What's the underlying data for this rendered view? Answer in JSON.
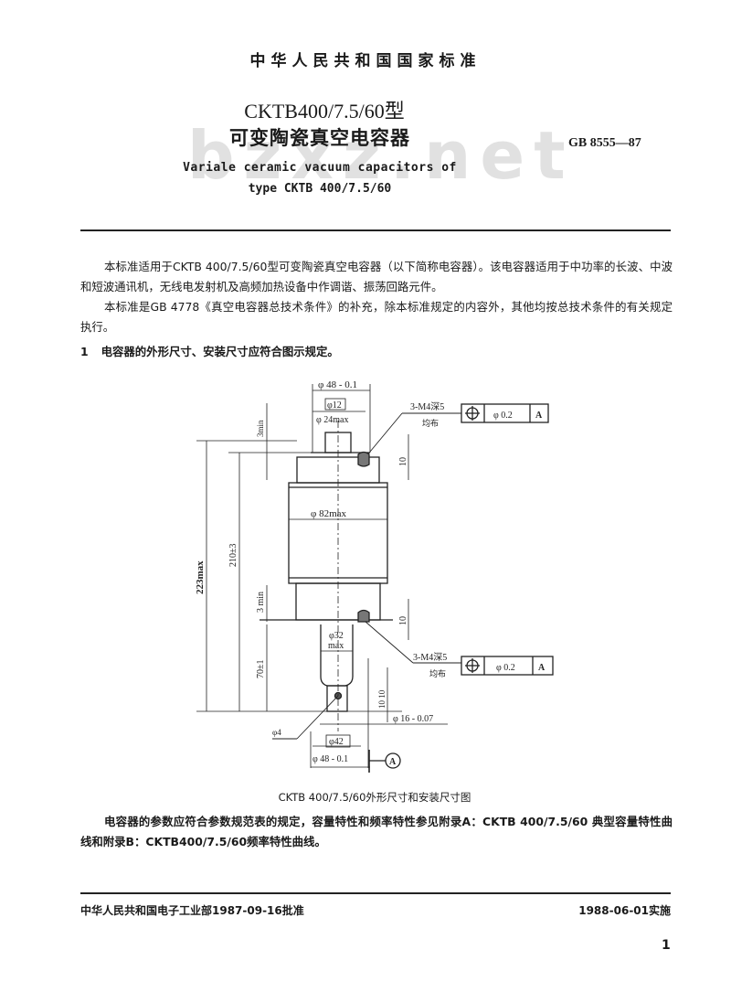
{
  "header": {
    "standard_body": "中华人民共和国国家标准",
    "title_model": "CKTB400/7.5/60型",
    "title_cn": "可变陶瓷真空电容器",
    "title_en_line1": "Variale ceramic vacuum capacitors of",
    "title_en_line2": "type CKTB 400/7.5/60",
    "standard_number": "GB 8555—87",
    "watermark": "bzxz.net"
  },
  "intro": {
    "para1": "本标准适用于CKTB 400/7.5/60型可变陶瓷真空电容器（以下简称电容器）。该电容器适用于中功率的长波、中波和短波通讯机，无线电发射机及高频加热设备中作调谐、振荡回路元件。",
    "para2": "本标准是GB 4778《真空电容器总技术条件》的补充，除本标准规定的内容外，其他均按总技术条件的有关规定执行。"
  },
  "section1": {
    "number": "1",
    "text": "电容器的外形尺寸、安装尺寸应符合图示规定。"
  },
  "drawing": {
    "dim_top_outer": "φ 48 - 0.1",
    "dim_top_inner": "φ12",
    "dim_top_max": "φ 24max",
    "dim_body": "φ 82max",
    "dim_lower": "φ32",
    "dim_lower_max": "max",
    "dim_total": "223max",
    "dim_body_len": "210±3",
    "dim_3min_top": "3min",
    "dim_3min_bottom": "3 min",
    "dim_10_top": "10",
    "dim_10_bottom": "10",
    "dim_70": "70±1",
    "dim_10_10": "10 10",
    "dim_16": "φ 16 - 0.07",
    "dim_bottom_inner": "φ42",
    "dim_bottom_outer": "φ 48 - 0.1",
    "dim_hole": "φ4",
    "datum": "A",
    "callout_top": {
      "thread": "3-M4深5",
      "note": "均布",
      "tolerance": "φ 0.2",
      "datum": "A"
    },
    "callout_bottom": {
      "thread": "3-M4深5",
      "note": "均布",
      "tolerance": "φ 0.2",
      "datum": "A"
    }
  },
  "figure_caption": "CKTB 400/7.5/60外形尺寸和安装尺寸图",
  "para_params": "电容器的参数应符合参数规范表的规定，容量特性和频率特性参见附录A：CKTB 400/7.5/60 典型容量特性曲线和附录B：CKTB400/7.5/60频率特性曲线。",
  "footer": {
    "approval": "中华人民共和国电子工业部1987-09-16批准",
    "effective": "1988-06-01实施",
    "page": "1"
  }
}
